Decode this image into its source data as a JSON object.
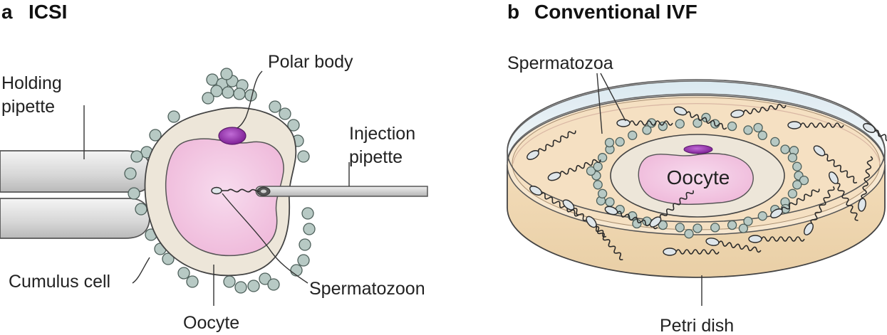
{
  "panel_a": {
    "letter": "a",
    "title": "ICSI",
    "labels": {
      "holding_pipette_line1": "Holding",
      "holding_pipette_line2": "pipette",
      "polar_body": "Polar body",
      "injection_pipette_line1": "Injection",
      "injection_pipette_line2": "pipette",
      "cumulus_cell": "Cumulus cell",
      "spermatozoon": "Spermatozoon",
      "oocyte": "Oocyte"
    }
  },
  "panel_b": {
    "letter": "b",
    "title": "Conventional IVF",
    "labels": {
      "spermatozoa": "Spermatozoa",
      "oocyte": "Oocyte",
      "petri_dish": "Petri dish"
    }
  },
  "colors": {
    "oocyte_pink": "#f3cde6",
    "zona": "#ede6d9",
    "polar_body": "#9b37b5",
    "cumulus": "#b7c9c4",
    "pipette": "#d9d9d9",
    "dish_rim": "#f2e8d6",
    "medium": "#f6e3c9"
  }
}
